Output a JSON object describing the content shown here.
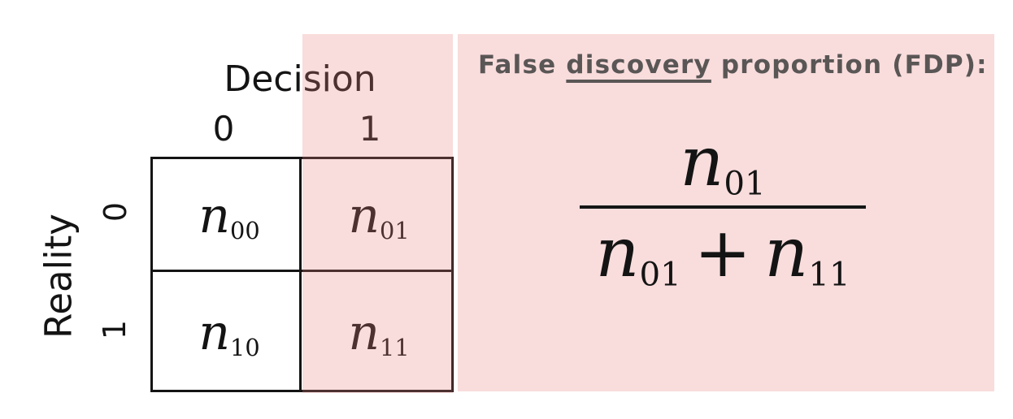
{
  "figure": {
    "decision_axis_label": "Decision",
    "reality_axis_label": "Reality",
    "decision_values": [
      "0",
      "1"
    ],
    "reality_values": [
      "0",
      "1"
    ],
    "cells": [
      {
        "base": "n",
        "sub": "00"
      },
      {
        "base": "n",
        "sub": "01"
      },
      {
        "base": "n",
        "sub": "10"
      },
      {
        "base": "n",
        "sub": "11"
      }
    ]
  },
  "fdp_panel": {
    "title_prefix": "False ",
    "title_underlined": "discovery",
    "title_suffix": " proportion (FDP):",
    "formula": {
      "numerator": {
        "base": "n",
        "sub": "01"
      },
      "denominator_left": {
        "base": "n",
        "sub": "01"
      },
      "operator": "+",
      "denominator_right": {
        "base": "n",
        "sub": "11"
      }
    }
  },
  "colors": {
    "highlight_pink": "#f9dcdc",
    "highlight_overlay": "rgba(233,125,125,0.27)",
    "title_gray": "#5a5656",
    "ink_black": "#141414"
  }
}
